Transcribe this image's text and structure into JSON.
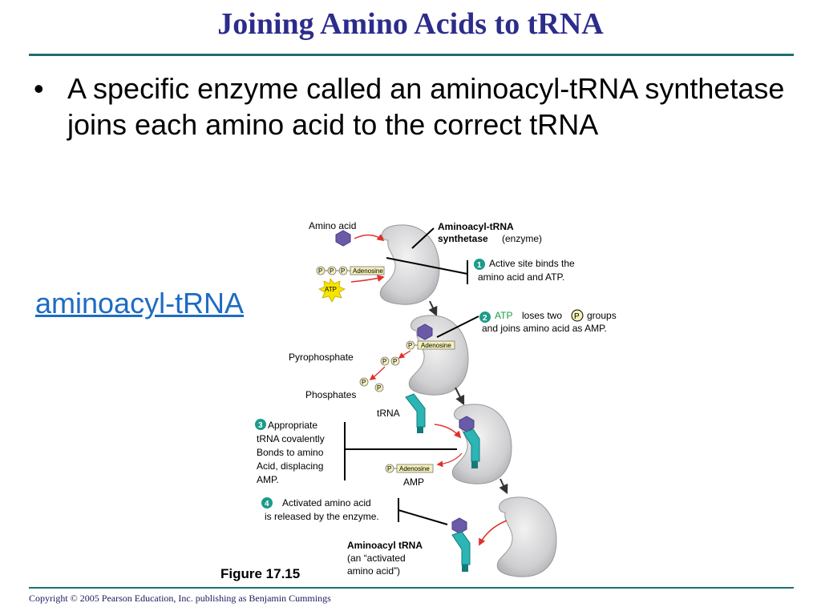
{
  "title": "Joining Amino Acids to tRNA",
  "bullet": "A specific enzyme called an aminoacyl-tRNA synthetase joins each amino acid to the correct tRNA",
  "link_text": "aminoacyl-tRNA",
  "figure_label": "Figure 17.15",
  "copyright": "Copyright © 2005 Pearson Education, Inc. publishing as Benjamin Cummings",
  "diagram": {
    "amino_acid": "Amino acid",
    "enzyme_bold": "Aminoacyl-tRNA",
    "enzyme_bold2": "synthetase",
    "enzyme_rest": "(enzyme)",
    "p": "P",
    "adenosine": "Adenosine",
    "atp": "ATP",
    "step1_num": "1",
    "step1_l1": "Active site binds the",
    "step1_l2": "amino acid and ATP.",
    "step2_num": "2",
    "step2_atp": "ATP",
    "step2_l1a": "loses two",
    "step2_l1b": "groups",
    "step2_l2": "and joins amino acid as AMP.",
    "pyrophosphate": "Pyrophosphate",
    "phosphates": "Phosphates",
    "trna": "tRNA",
    "step3_num": "3",
    "step3_l1": "Appropriate",
    "step3_l2": "tRNA covalently",
    "step3_l3": "Bonds to amino",
    "step3_l4": "Acid, displacing",
    "step3_l5": "AMP.",
    "amp": "AMP",
    "step4_num": "4",
    "step4_l1": "Activated amino acid",
    "step4_l2": "is released by the enzyme.",
    "aa_trna_bold": "Aminoacyl tRNA",
    "aa_trna_l2": "(an “activated",
    "aa_trna_l3": "amino acid”)"
  }
}
